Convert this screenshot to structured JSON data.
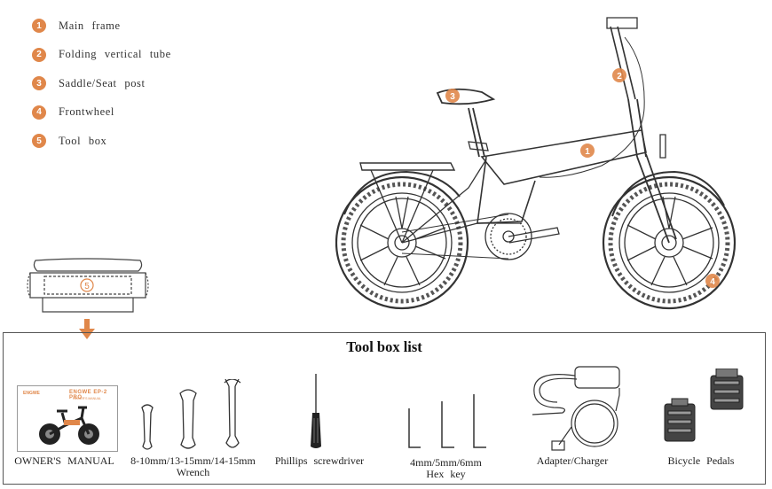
{
  "legend": {
    "items": [
      {
        "num": "1",
        "label": "Main frame"
      },
      {
        "num": "2",
        "label": "Folding vertical tube"
      },
      {
        "num": "3",
        "label": "Saddle/Seat post"
      },
      {
        "num": "4",
        "label": "Frontwheel"
      },
      {
        "num": "5",
        "label": "Tool box"
      }
    ]
  },
  "callouts": {
    "frame": "1",
    "tube": "2",
    "saddle": "3",
    "wheel": "4",
    "toolbox": "5"
  },
  "panel": {
    "title": "Tool box list",
    "manual_cover": {
      "brand": "ENGWE",
      "title": "ENGWE EP-2 PRO",
      "subtitle": "OWNER'S MANUAL"
    },
    "tools": {
      "manual": "OWNER'S MANUAL",
      "wrench_sizes": "8-10mm/13-15mm/14-15mm",
      "wrench": "Wrench",
      "screwdriver": "Phillips screwdriver",
      "hexkey_sizes": "4mm/5mm/6mm",
      "hexkey": "Hex key",
      "charger": "Adapter/Charger",
      "pedals": "Bicycle Pedals"
    }
  },
  "colors": {
    "accent": "#e0874a",
    "line": "#333333"
  }
}
